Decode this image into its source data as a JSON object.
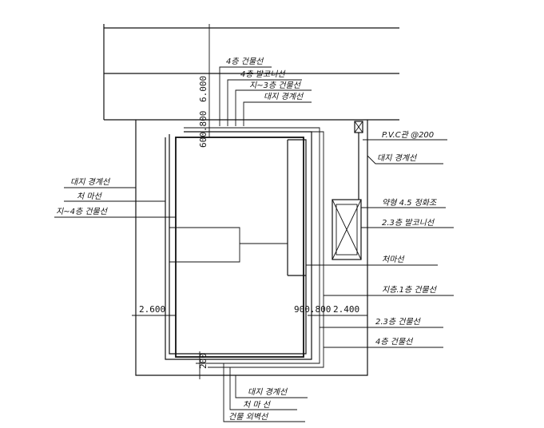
{
  "plan": {
    "dimensions": {
      "dim_6000": "6.000",
      "dim_top_small": "600.800",
      "dim_left": "2.600",
      "dim_right_small": "900.800",
      "dim_right": "2.400",
      "dim_bottom_small": "200"
    },
    "labels": {
      "top_4f_building": "4층 건물선",
      "top_4f_balcony": "4층 발코니선",
      "top_1_3f_building": "지~3층 건물선",
      "top_site_boundary": "대지 경계선",
      "right_pvc": "P.V.C관 @200",
      "right_site_boundary": "대지 경계선",
      "right_dry_area": "약형 4.5 정화조",
      "right_2_3f_balcony": "2.3층 발코니선",
      "right_finish": "처마선",
      "right_basement_1f": "지층.1층 건물선",
      "right_2_3f_building": "2.3층 건물선",
      "right_4f_building": "4층 건물선",
      "left_site_boundary": "대지 경계선",
      "left_finish": "처 마선",
      "left_1_4f_building": "지~4층 건물선",
      "bottom_site_boundary": "대지 경계선",
      "bottom_finish": "처 마 선",
      "bottom_building_outer": "건물 외벽선"
    }
  }
}
